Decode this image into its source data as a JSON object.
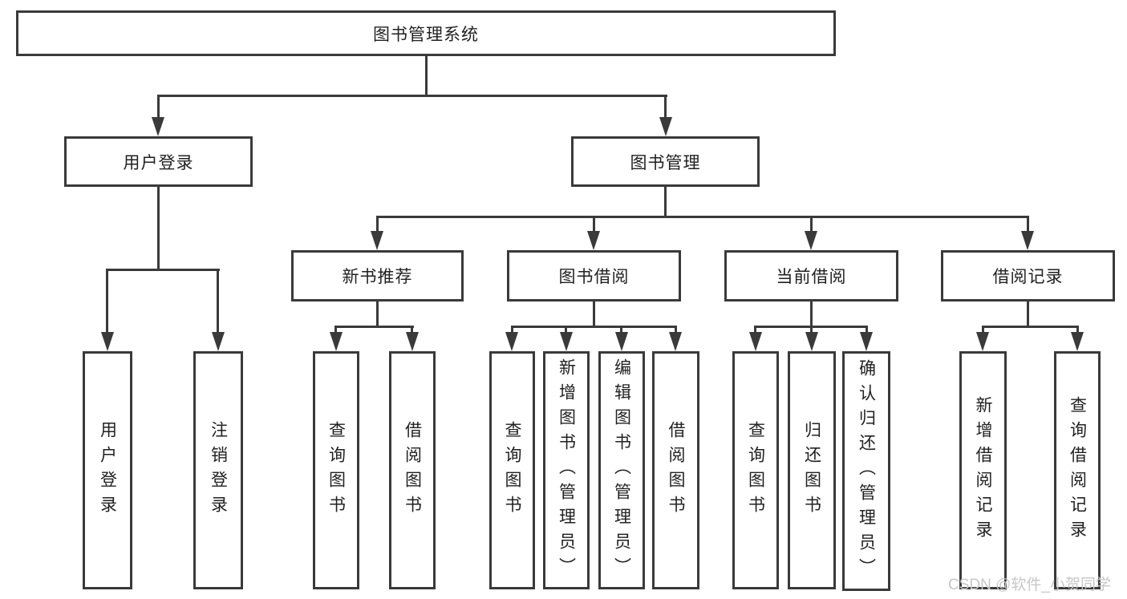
{
  "diagram_title": "图书管理系统",
  "nodes": {
    "root": {
      "label": "图书管理系统"
    },
    "level2": [
      {
        "label": "用户登录"
      },
      {
        "label": "图书管理"
      }
    ],
    "level3": [
      {
        "label": "新书推荐"
      },
      {
        "label": "图书借阅"
      },
      {
        "label": "当前借阅"
      },
      {
        "label": "借阅记录"
      }
    ],
    "leaves_user_login": [
      {
        "label": "用户登录"
      },
      {
        "label": "注销登录"
      }
    ],
    "leaves_new_books": [
      {
        "label": "查询图书"
      },
      {
        "label": "借阅图书"
      }
    ],
    "leaves_book_borrow": [
      {
        "label": "查询图书"
      },
      {
        "label": "新增图书（管理员）"
      },
      {
        "label": "编辑图书（管理员）"
      },
      {
        "label": "借阅图书"
      }
    ],
    "leaves_current_borrow": [
      {
        "label": "查询图书"
      },
      {
        "label": "归还图书"
      },
      {
        "label": "确认归还（管理员）"
      }
    ],
    "leaves_borrow_records": [
      {
        "label": "新增借阅记录"
      },
      {
        "label": "查询借阅记录"
      }
    ]
  },
  "watermark": {
    "text": "CSDN @软件_小贺同学"
  },
  "colors": {
    "line": "#3a3a3a",
    "text": "#212121",
    "watermark": "#c7c7c7",
    "background": "#ffffff"
  }
}
